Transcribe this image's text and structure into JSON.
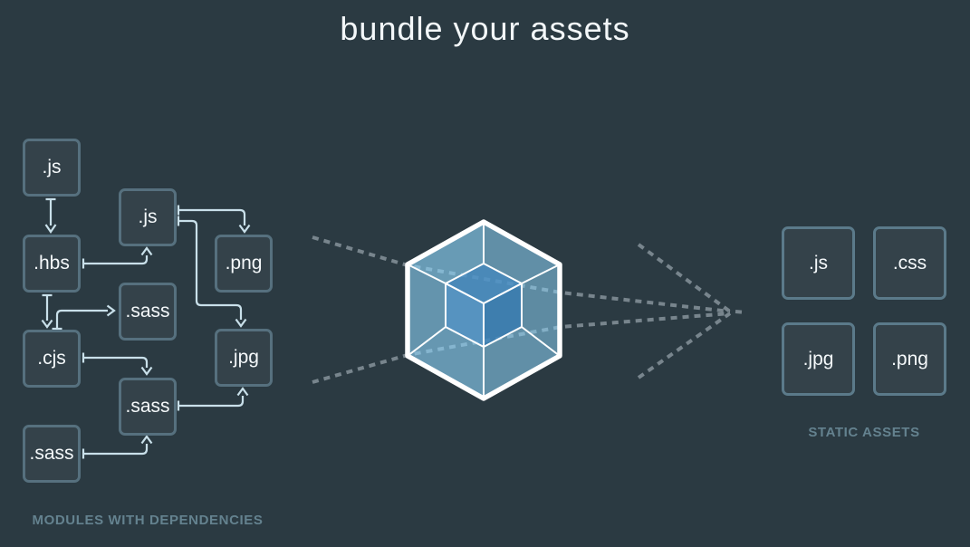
{
  "title": "bundle your assets",
  "modules": {
    "section_label": "MODULES WITH DEPENDENCIES",
    "boxes": [
      {
        "id": "js-1",
        "label": ".js"
      },
      {
        "id": "js-2",
        "label": ".js"
      },
      {
        "id": "hbs",
        "label": ".hbs"
      },
      {
        "id": "png",
        "label": ".png"
      },
      {
        "id": "sass-1",
        "label": ".sass"
      },
      {
        "id": "jpg",
        "label": ".jpg"
      },
      {
        "id": "cjs",
        "label": ".cjs"
      },
      {
        "id": "sass-2",
        "label": ".sass"
      },
      {
        "id": "sass-3",
        "label": ".sass"
      }
    ],
    "edges": [
      [
        "js-1",
        "hbs"
      ],
      [
        "hbs",
        "js-2"
      ],
      [
        "js-2",
        "png"
      ],
      [
        "js-2",
        "jpg"
      ],
      [
        "hbs",
        "cjs"
      ],
      [
        "cjs",
        "sass-1"
      ],
      [
        "cjs",
        "sass-2"
      ],
      [
        "sass-2",
        "jpg"
      ],
      [
        "sass-3",
        "sass-2"
      ]
    ]
  },
  "output": {
    "section_label": "STATIC ASSETS",
    "boxes": [
      {
        "label": ".js"
      },
      {
        "label": ".css"
      },
      {
        "label": ".jpg"
      },
      {
        "label": ".png"
      }
    ]
  },
  "logo": {
    "name": "webpack cube"
  },
  "colors": {
    "background": "#2b3a42",
    "box_border": "#56707e",
    "box_text": "#f4f8fa",
    "connector": "#c9e0ea",
    "dotted_line": "#78858d",
    "section_label": "#64828f",
    "cube_light_blue": "#8ed6fb",
    "cube_inner_blue": "#4789c0",
    "cube_edge": "#ffffff",
    "title_text": "#f3f7f9"
  }
}
